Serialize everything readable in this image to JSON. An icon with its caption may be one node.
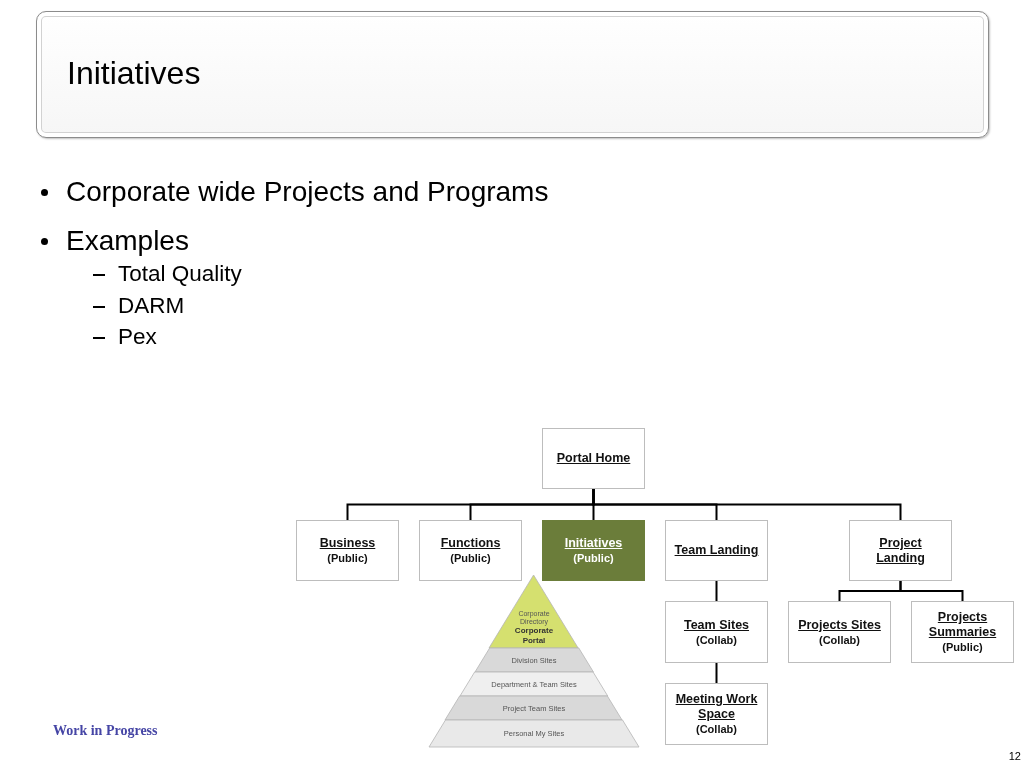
{
  "diagram": {
    "title": "Initiatives",
    "nodes": [
      {
        "text": [
          "Portal Home"
        ]
      },
      {
        "text": [
          "Business",
          "(Public)"
        ]
      },
      {
        "text": [
          "Functions",
          "(Public)"
        ]
      },
      {
        "text": [
          "Initiatives",
          "(Public)"
        ]
      },
      {
        "text": [
          "Team Landing"
        ]
      },
      {
        "text": [
          "Project Landing"
        ]
      },
      {
        "text": [
          "Team Sites",
          "(Collab)"
        ]
      },
      {
        "text": [
          "Projects Sites",
          "(Collab)"
        ]
      },
      {
        "text": [
          "Projects Summaries",
          "(Public)"
        ]
      },
      {
        "text": [
          "Meeting Work Space",
          "(Collab)"
        ]
      },
      {
        "text": [
          "Corporate Directory",
          "Corporate Portal"
        ]
      },
      {
        "text": [
          "Division Sites"
        ]
      },
      {
        "text": [
          "Department & Team Sites"
        ]
      },
      {
        "text": [
          "Project Team Sites"
        ]
      },
      {
        "text": [
          "Personal My Sites"
        ]
      }
    ],
    "edges": [
      {
        "from": 0,
        "to": 1,
        "arrow": "none"
      },
      {
        "from": 0,
        "to": 2,
        "arrow": "none"
      },
      {
        "from": 0,
        "to": 3,
        "arrow": "none"
      },
      {
        "from": 0,
        "to": 4,
        "arrow": "none"
      },
      {
        "from": 0,
        "to": 5,
        "arrow": "none"
      },
      {
        "from": 4,
        "to": 6,
        "arrow": "none"
      },
      {
        "from": 6,
        "to": 9,
        "arrow": "none"
      },
      {
        "from": 5,
        "to": 7,
        "arrow": "none"
      },
      {
        "from": 5,
        "to": 8,
        "arrow": "none"
      }
    ],
    "labels": [
      "Corporate wide Projects and Programs",
      "Examples",
      "Total Quality",
      "DARM",
      "Pex",
      "Work in Progress",
      "12"
    ]
  }
}
